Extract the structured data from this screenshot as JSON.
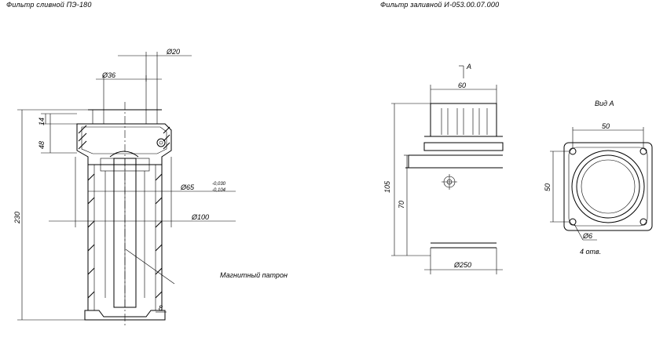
{
  "titles": {
    "left": "Фильтр сливной ПЭ-180",
    "right": "Фильтр заливной И-053.00.07.000"
  },
  "left_view": {
    "dim_d20": "Ø20",
    "dim_d36": "Ø36",
    "dim_14": "14",
    "dim_48": "48",
    "dim_230": "230",
    "dim_d65": "Ø65",
    "tol_upper": "-0,030",
    "tol_lower": "-0,104",
    "dim_d100": "Ø100",
    "label_cartridge": "Магнитный патрон",
    "mark_8": "8"
  },
  "right_view": {
    "section_mark": "A",
    "dim_60": "60",
    "dim_105": "105",
    "dim_70": "70",
    "dim_d250": "Ø250",
    "view_label": "Вид А",
    "dim_50_top": "50",
    "dim_50_side": "50",
    "dim_hole": "Ø6",
    "holes_note": "4 отв."
  }
}
